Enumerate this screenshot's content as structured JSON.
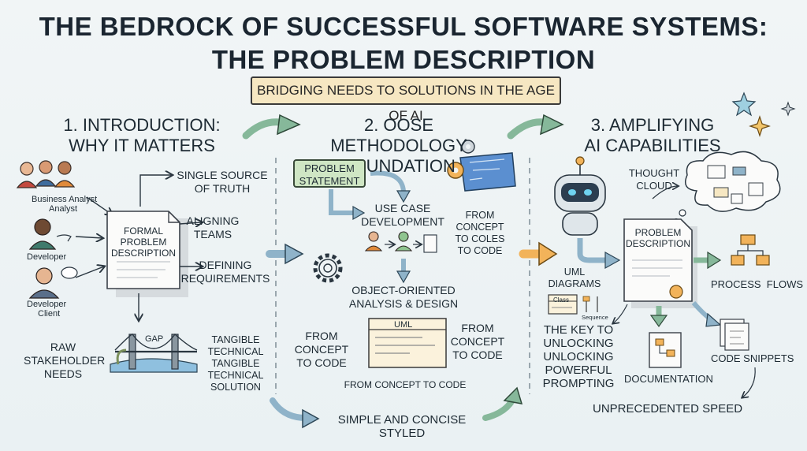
{
  "title_line1": "THE BEDROCK OF SUCCESSFUL SOFTWARE SYSTEMS:",
  "title_line2": "THE PROBLEM DESCRIPTION",
  "ribbon": "BRIDGING NEEDS TO SOLUTIONS IN THE AGE OF AI",
  "section1": {
    "heading_line1": "1. INTRODUCTION:",
    "heading_line2": "WHY IT MATTERS",
    "people": [
      "Business Analyst",
      "Analyst",
      "Developer",
      "Developer",
      "Client"
    ],
    "doc_line1": "FORMAL",
    "doc_line2": "PROBLEM",
    "doc_line3": "DESCRIPTION",
    "benefit1_line1": "SINGLE SOURCE",
    "benefit1_line2": "OF TRUTH",
    "benefit2_line1": "ALIGNING",
    "benefit2_line2": "TEAMS",
    "benefit3_line1": "DEFINING",
    "benefit3_line2": "REQUIREMENTS",
    "gap_label": "GAP",
    "raw_line1": "RAW",
    "raw_line2": "STAKEHOLDER",
    "raw_line3": "NEEDS",
    "tangible_line1": "TANGIBLE",
    "tangible_line2": "TECHNICAL",
    "tangible_line3": "TANGIBLE",
    "tangible_line4": "TECHNICAL",
    "tangible_line5": "SOLUTION"
  },
  "section2": {
    "heading_line1": "2. OOSE METHODOLOGY",
    "heading_line2": "FOUNDATION",
    "problem_statement_line1": "PROBLEM",
    "problem_statement_line2": "STATEMENT",
    "use_case_line1": "USE CASE",
    "use_case_line2": "DEVELOPMENT",
    "from_concept_coles_line1": "FROM CONCEPT",
    "from_concept_coles_line2": "TO COLES",
    "from_concept_coles_line3": "TO CODE",
    "ooad_line1": "OBJECT-ORIENTED",
    "ooad_line2": "ANALYSIS & DESIGN",
    "uml_label": "UML",
    "left_concept_line1": "FROM",
    "left_concept_line2": "CONCEPT",
    "left_concept_line3": "TO CODE",
    "right_concept_line1": "FROM",
    "right_concept_line2": "CONCEPT",
    "right_concept_line3": "TO CODE",
    "bottom_concept": "FROM CONCEPT TO CODE",
    "footer": "SIMPLE AND CONCISE STYLED"
  },
  "section3": {
    "heading_line1": "3. AMPLIFYING",
    "heading_line2": "AI CAPABILITIES",
    "thought_line1": "THOUGHT",
    "thought_line2": "CLOUD",
    "doc_line1": "PROBLEM",
    "doc_line2": "DESCRIPTION",
    "uml_line1": "UML",
    "uml_line2": "DIAGRAMS",
    "class_label": "Class",
    "sequence_label": "Sequence",
    "key_line1": "THE KEY TO",
    "key_line2": "UNLOCKING",
    "key_line3": "UNLOCKING",
    "key_line4": "POWERFUL",
    "key_line5": "PROMPTING",
    "process_flows": "PROCESS  FLOWS",
    "documentation": "DOCUMENTATION",
    "code_snippets": "CODE SNIPPETS",
    "speed": "UNPRECEDENTED SPEED"
  },
  "colors": {
    "arrow_green": "#86b89a",
    "arrow_blue": "#8fb3c9",
    "arrow_orange": "#f2b35a",
    "ribbon": "#f6e7c2",
    "problem_statement": "#cfe6c4"
  }
}
